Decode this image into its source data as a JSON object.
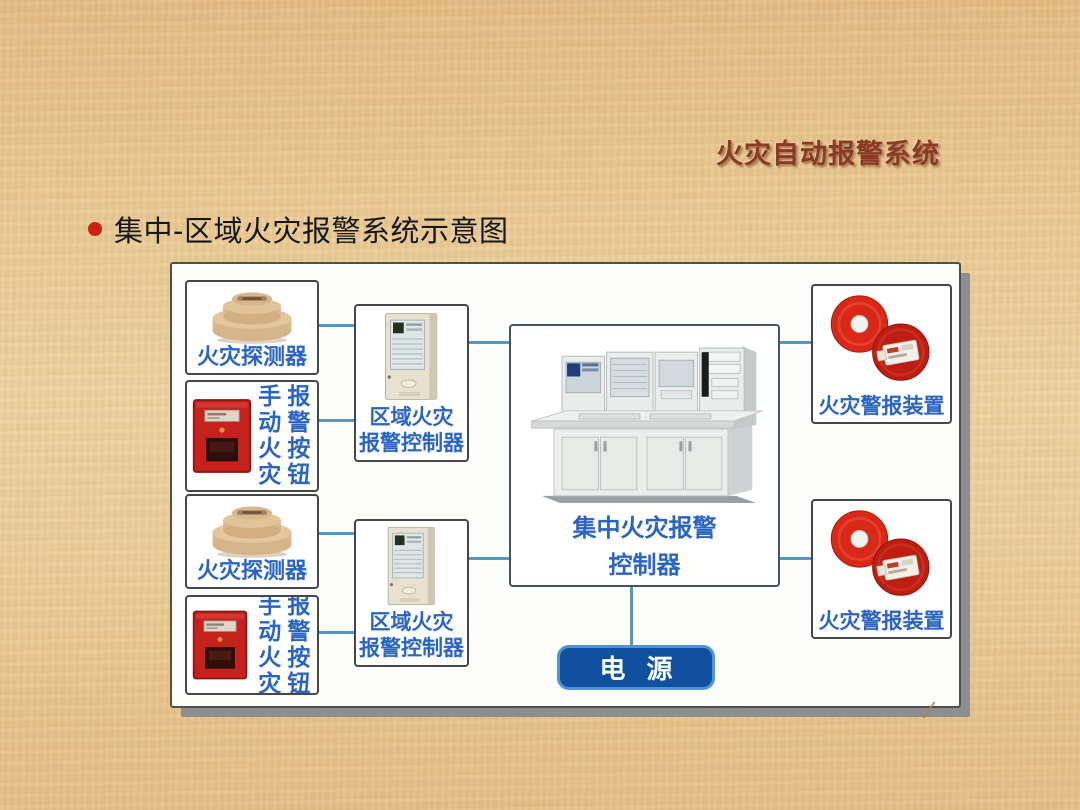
{
  "slide": {
    "header_title": "火灾自动报警系统",
    "bullet_text": "集中-区域火灾报警系统示意图"
  },
  "diagram": {
    "detector_label": "火灾探测器",
    "manual_label_col1": "手动火灾",
    "manual_label_col2": "报警按钮",
    "regional_label_line1": "区域火灾",
    "regional_label_line2": "报警控制器",
    "central_label_line1": "集中火灾报警",
    "central_label_line2": "控制器",
    "alarm_label": "火灾警报装置",
    "power_label": "电 源",
    "colors": {
      "label_blue": "#2a64c5",
      "connector_blue": "#4e9ad0",
      "power_fill": "#10519f",
      "power_border": "#4f93d8",
      "device_red": "#c5211d",
      "bell_red": "#da2818",
      "title_color": "#8c3a26",
      "wood_base": "#e9c88f"
    }
  }
}
